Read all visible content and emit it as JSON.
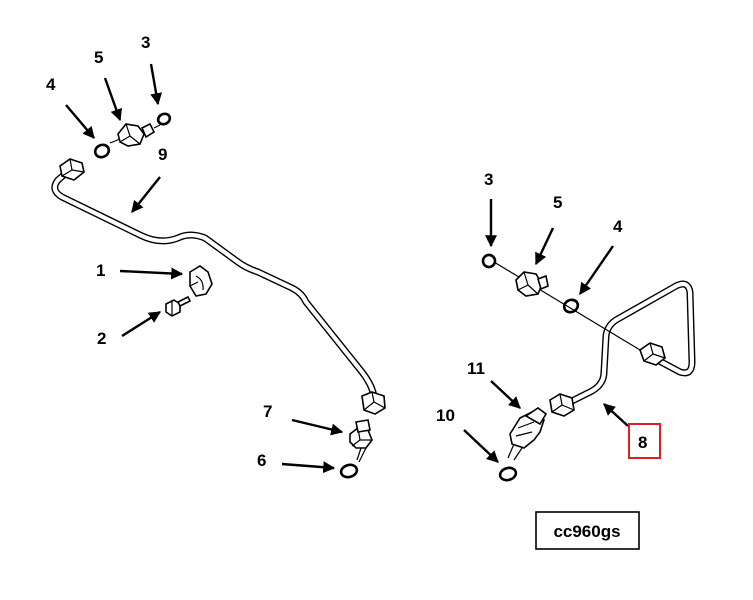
{
  "diagram_code": "cc960gs",
  "highlight_color": "#e02020",
  "callouts": {
    "left": {
      "c1": "1",
      "c2": "2",
      "c3": "3",
      "c4": "4",
      "c5": "5",
      "c6": "6",
      "c7": "7",
      "c9": "9"
    },
    "right": {
      "c3": "3",
      "c4": "4",
      "c5": "5",
      "c8": "8",
      "c10": "10",
      "c11": "11"
    }
  }
}
